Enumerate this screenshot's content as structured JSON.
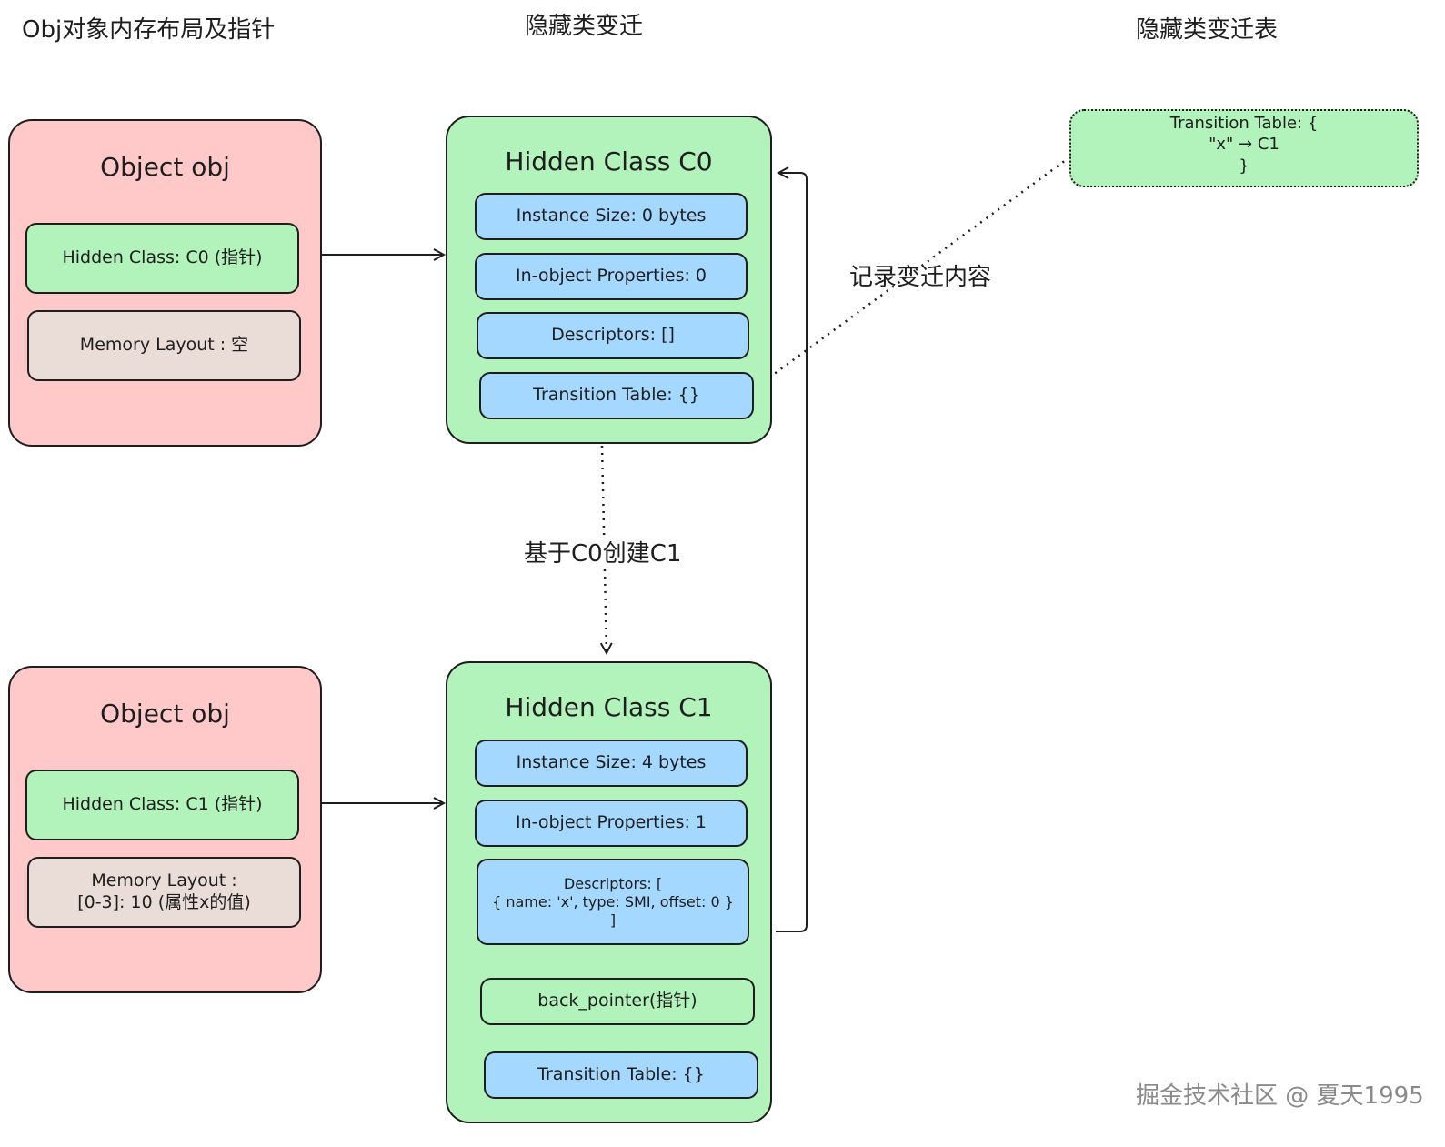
{
  "column_titles": {
    "left": "Obj对象内存布局及指针",
    "middle": "隐藏类变迁",
    "right": "隐藏类变迁表"
  },
  "object_top": {
    "title": "Object obj",
    "hidden_class": "Hidden Class: C0 (指针)",
    "memory_layout": "Memory Layout : 空"
  },
  "object_bottom": {
    "title": "Object obj",
    "hidden_class": "Hidden Class: C1 (指针)",
    "memory_layout": "Memory Layout :\n[0-3]: 10 (属性x的值)"
  },
  "hidden_class_c0": {
    "title": "Hidden Class C0",
    "instance_size": "Instance Size: 0 bytes",
    "inobject_props": "In-object Properties: 0",
    "descriptors": "Descriptors: []",
    "transition_table": "Transition Table: {}"
  },
  "hidden_class_c1": {
    "title": "Hidden Class C1",
    "instance_size": "Instance Size: 4 bytes",
    "inobject_props": "In-object Properties: 1",
    "descriptors": "Descriptors: [\n{ name: 'x', type: SMI, offset: 0 }\n]",
    "back_pointer": "back_pointer(指针)",
    "transition_table": "Transition Table: {}"
  },
  "transition_table_box": {
    "text": "Transition Table: {\n\"x\" → C1\n}"
  },
  "edge_labels": {
    "record": "记录变迁内容",
    "create": "基于C0创建C1"
  },
  "watermark": "掘金技术社区 @ 夏天1995",
  "colors": {
    "object_fill": "#ffc9c9",
    "green_fill": "#b2f2bb",
    "blue_fill": "#a5d8ff",
    "tan_fill": "#eaddd7",
    "stroke": "#1e1e1e"
  }
}
